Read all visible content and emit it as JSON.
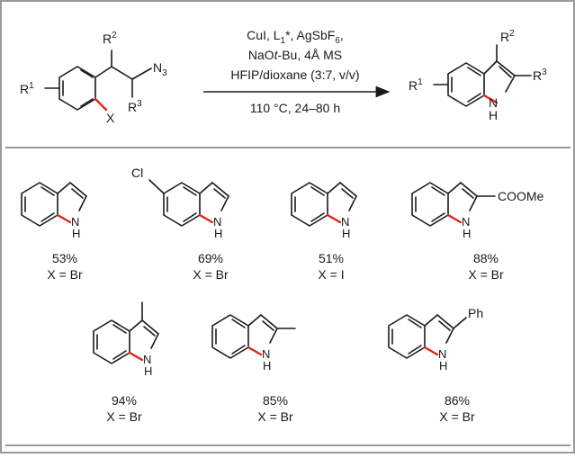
{
  "reaction": {
    "substrate": {
      "r2": "R",
      "r2_sup": "2",
      "azide": "N",
      "azide_sub": "3",
      "r1": "R",
      "r1_sup": "1",
      "r3": "R",
      "r3_sup": "3",
      "halide": "X"
    },
    "conditions": {
      "line1_a": "CuI, L",
      "line1_sub": "1",
      "line1_b": "*,  AgSbF",
      "line1_sub2": "6",
      "line1_c": ",",
      "line2_a": "NaO",
      "line2_b": "t",
      "line2_c": "-Bu, 4Å MS",
      "line3": "HFIP/dioxane (3:7, v/v)",
      "line4": "110 °C, 24–80 h"
    },
    "product": {
      "r1": "R",
      "r1_sup": "1",
      "r2": "R",
      "r2_sup": "2",
      "r3": "R",
      "r3_sup": "3",
      "nh": "N",
      "h": "H"
    }
  },
  "examples": [
    {
      "yield": "53%",
      "x": "X = Br"
    },
    {
      "yield": "69%",
      "x": "X = Br",
      "substituent": "Cl"
    },
    {
      "yield": "51%",
      "x": "X = I"
    },
    {
      "yield": "88%",
      "x": "X = Br",
      "substituent": "COOMe"
    },
    {
      "yield": "94%",
      "x": "X = Br"
    },
    {
      "yield": "85%",
      "x": "X = Br"
    },
    {
      "yield": "86%",
      "x": "X = Br",
      "substituent": "Ph"
    }
  ],
  "atoms": {
    "n": "N",
    "h": "H"
  },
  "colors": {
    "border": "#9a9a9a",
    "bond": "#1a1a1a",
    "highlight": "#e0251b"
  }
}
